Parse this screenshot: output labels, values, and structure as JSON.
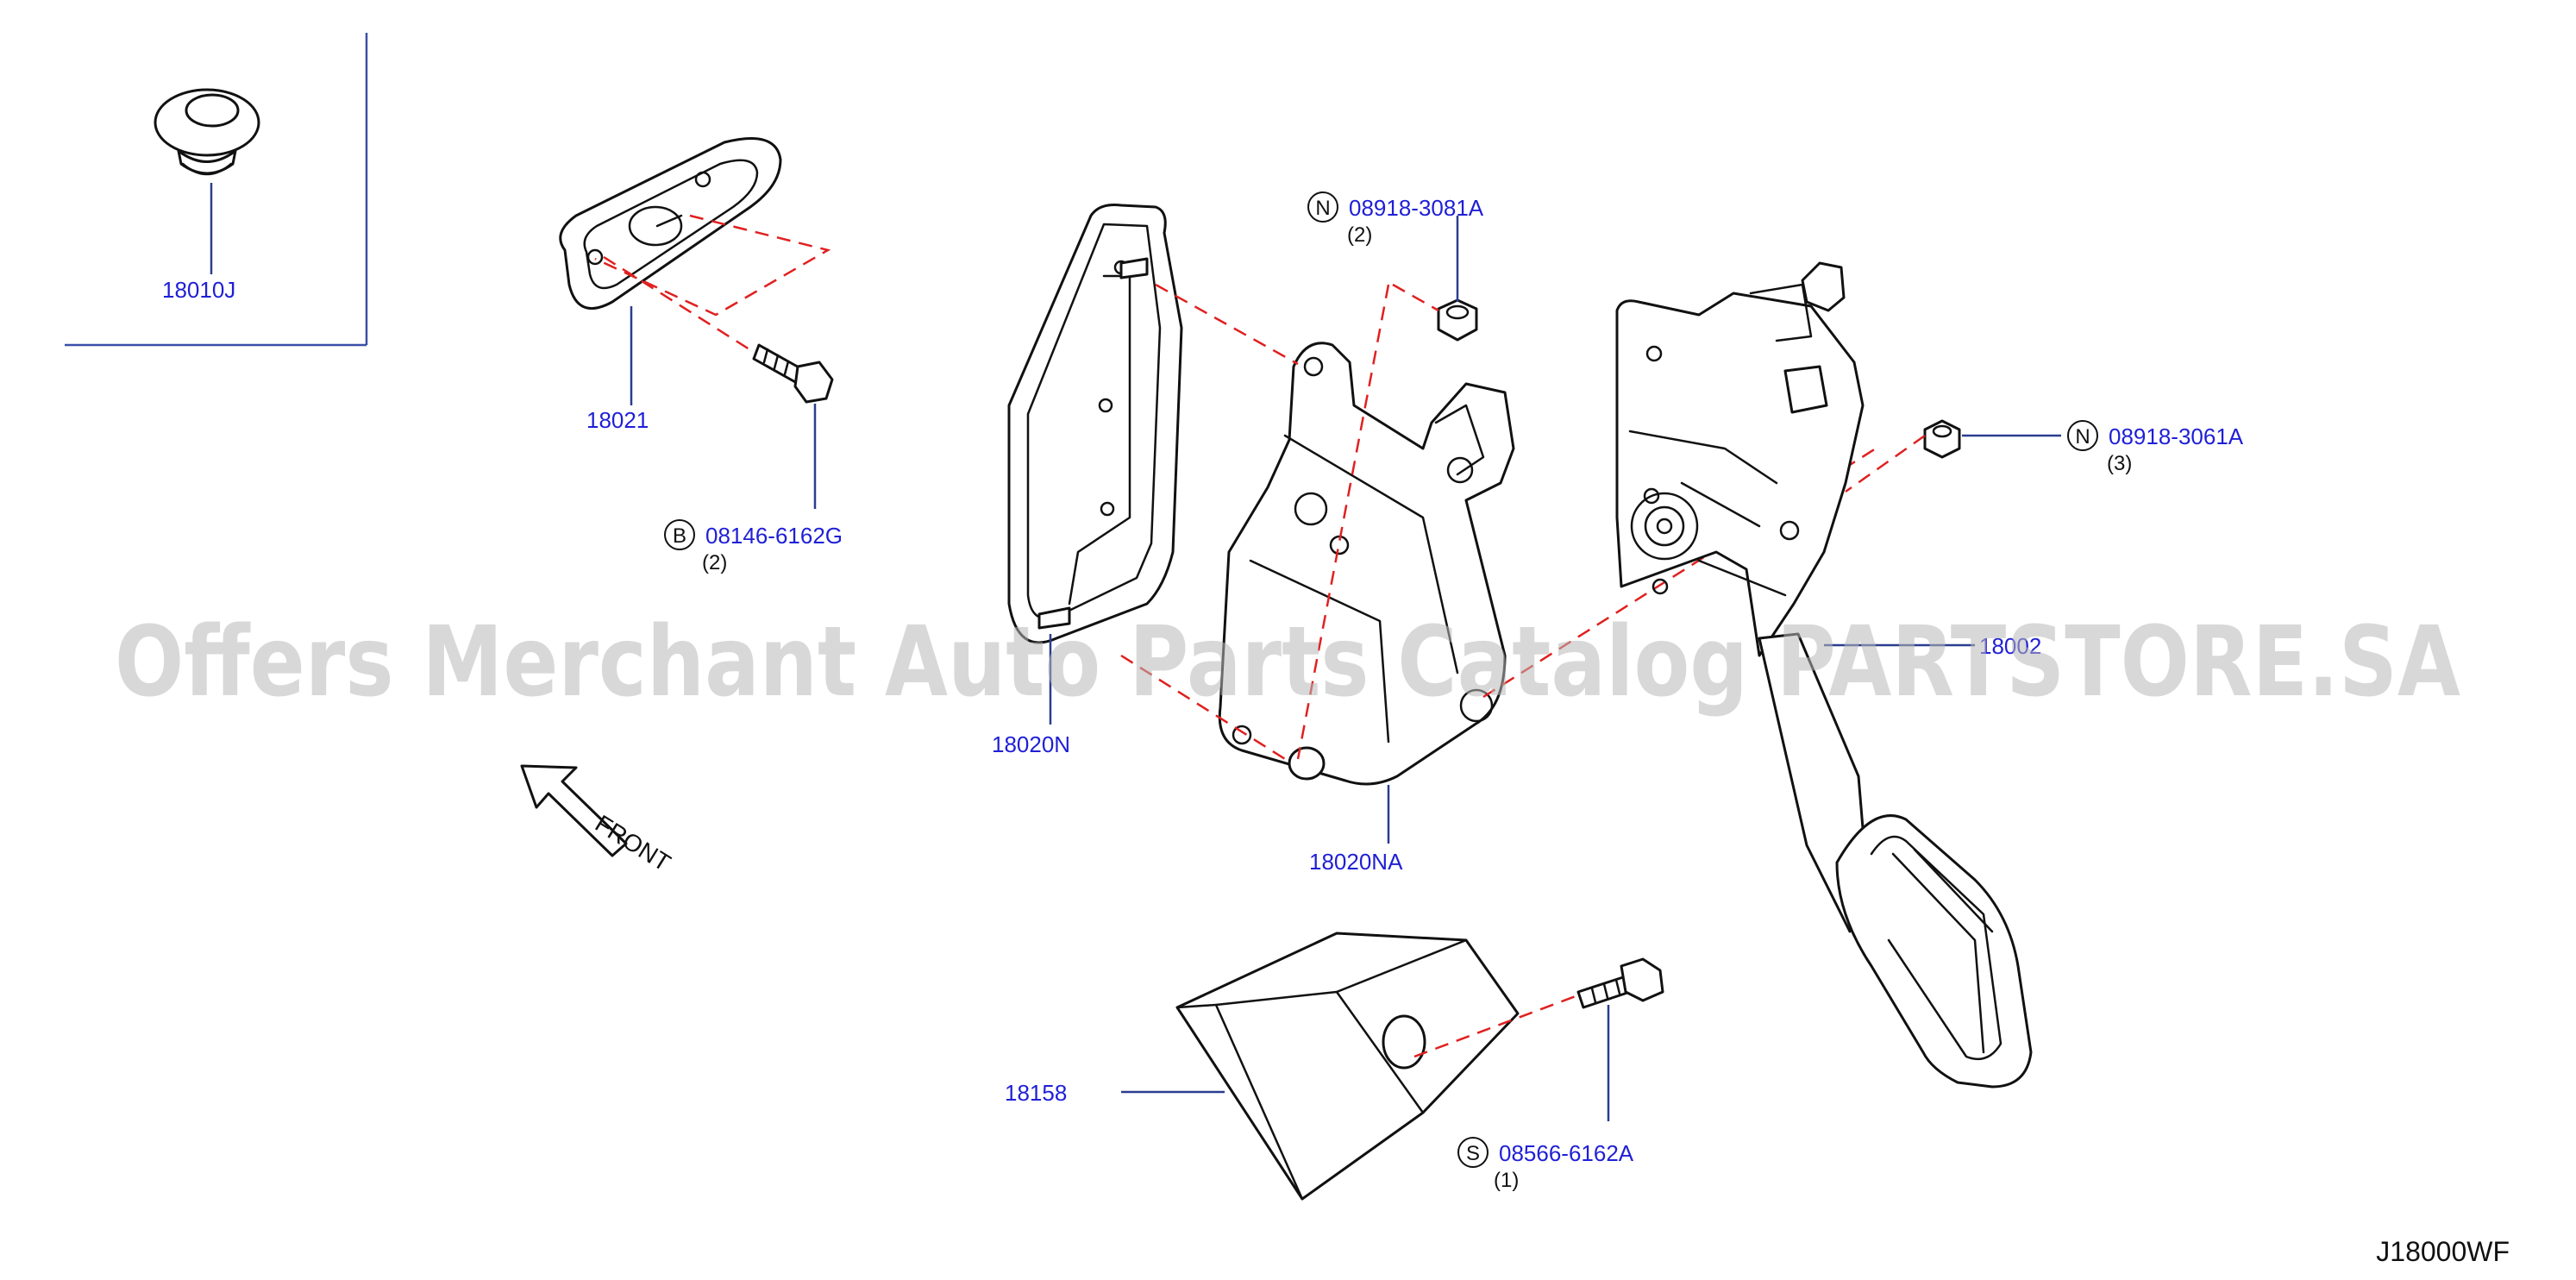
{
  "watermark": "Offers Merchant Auto Parts Catalog PARTSTORE.SA",
  "diagram_code": "J18000WF",
  "direction_label": "FRONT",
  "parts": [
    {
      "id": "18010J"
    },
    {
      "id": "18021"
    },
    {
      "id": "08146-6162G",
      "symbol": "B",
      "qty": "(2)"
    },
    {
      "id": "08918-3081A",
      "symbol": "N",
      "qty": "(2)"
    },
    {
      "id": "08918-3061A",
      "symbol": "N",
      "qty": "(3)"
    },
    {
      "id": "18002"
    },
    {
      "id": "18020N"
    },
    {
      "id": "18020NA"
    },
    {
      "id": "18158"
    },
    {
      "id": "08566-6162A",
      "symbol": "S",
      "qty": "(1)"
    }
  ]
}
